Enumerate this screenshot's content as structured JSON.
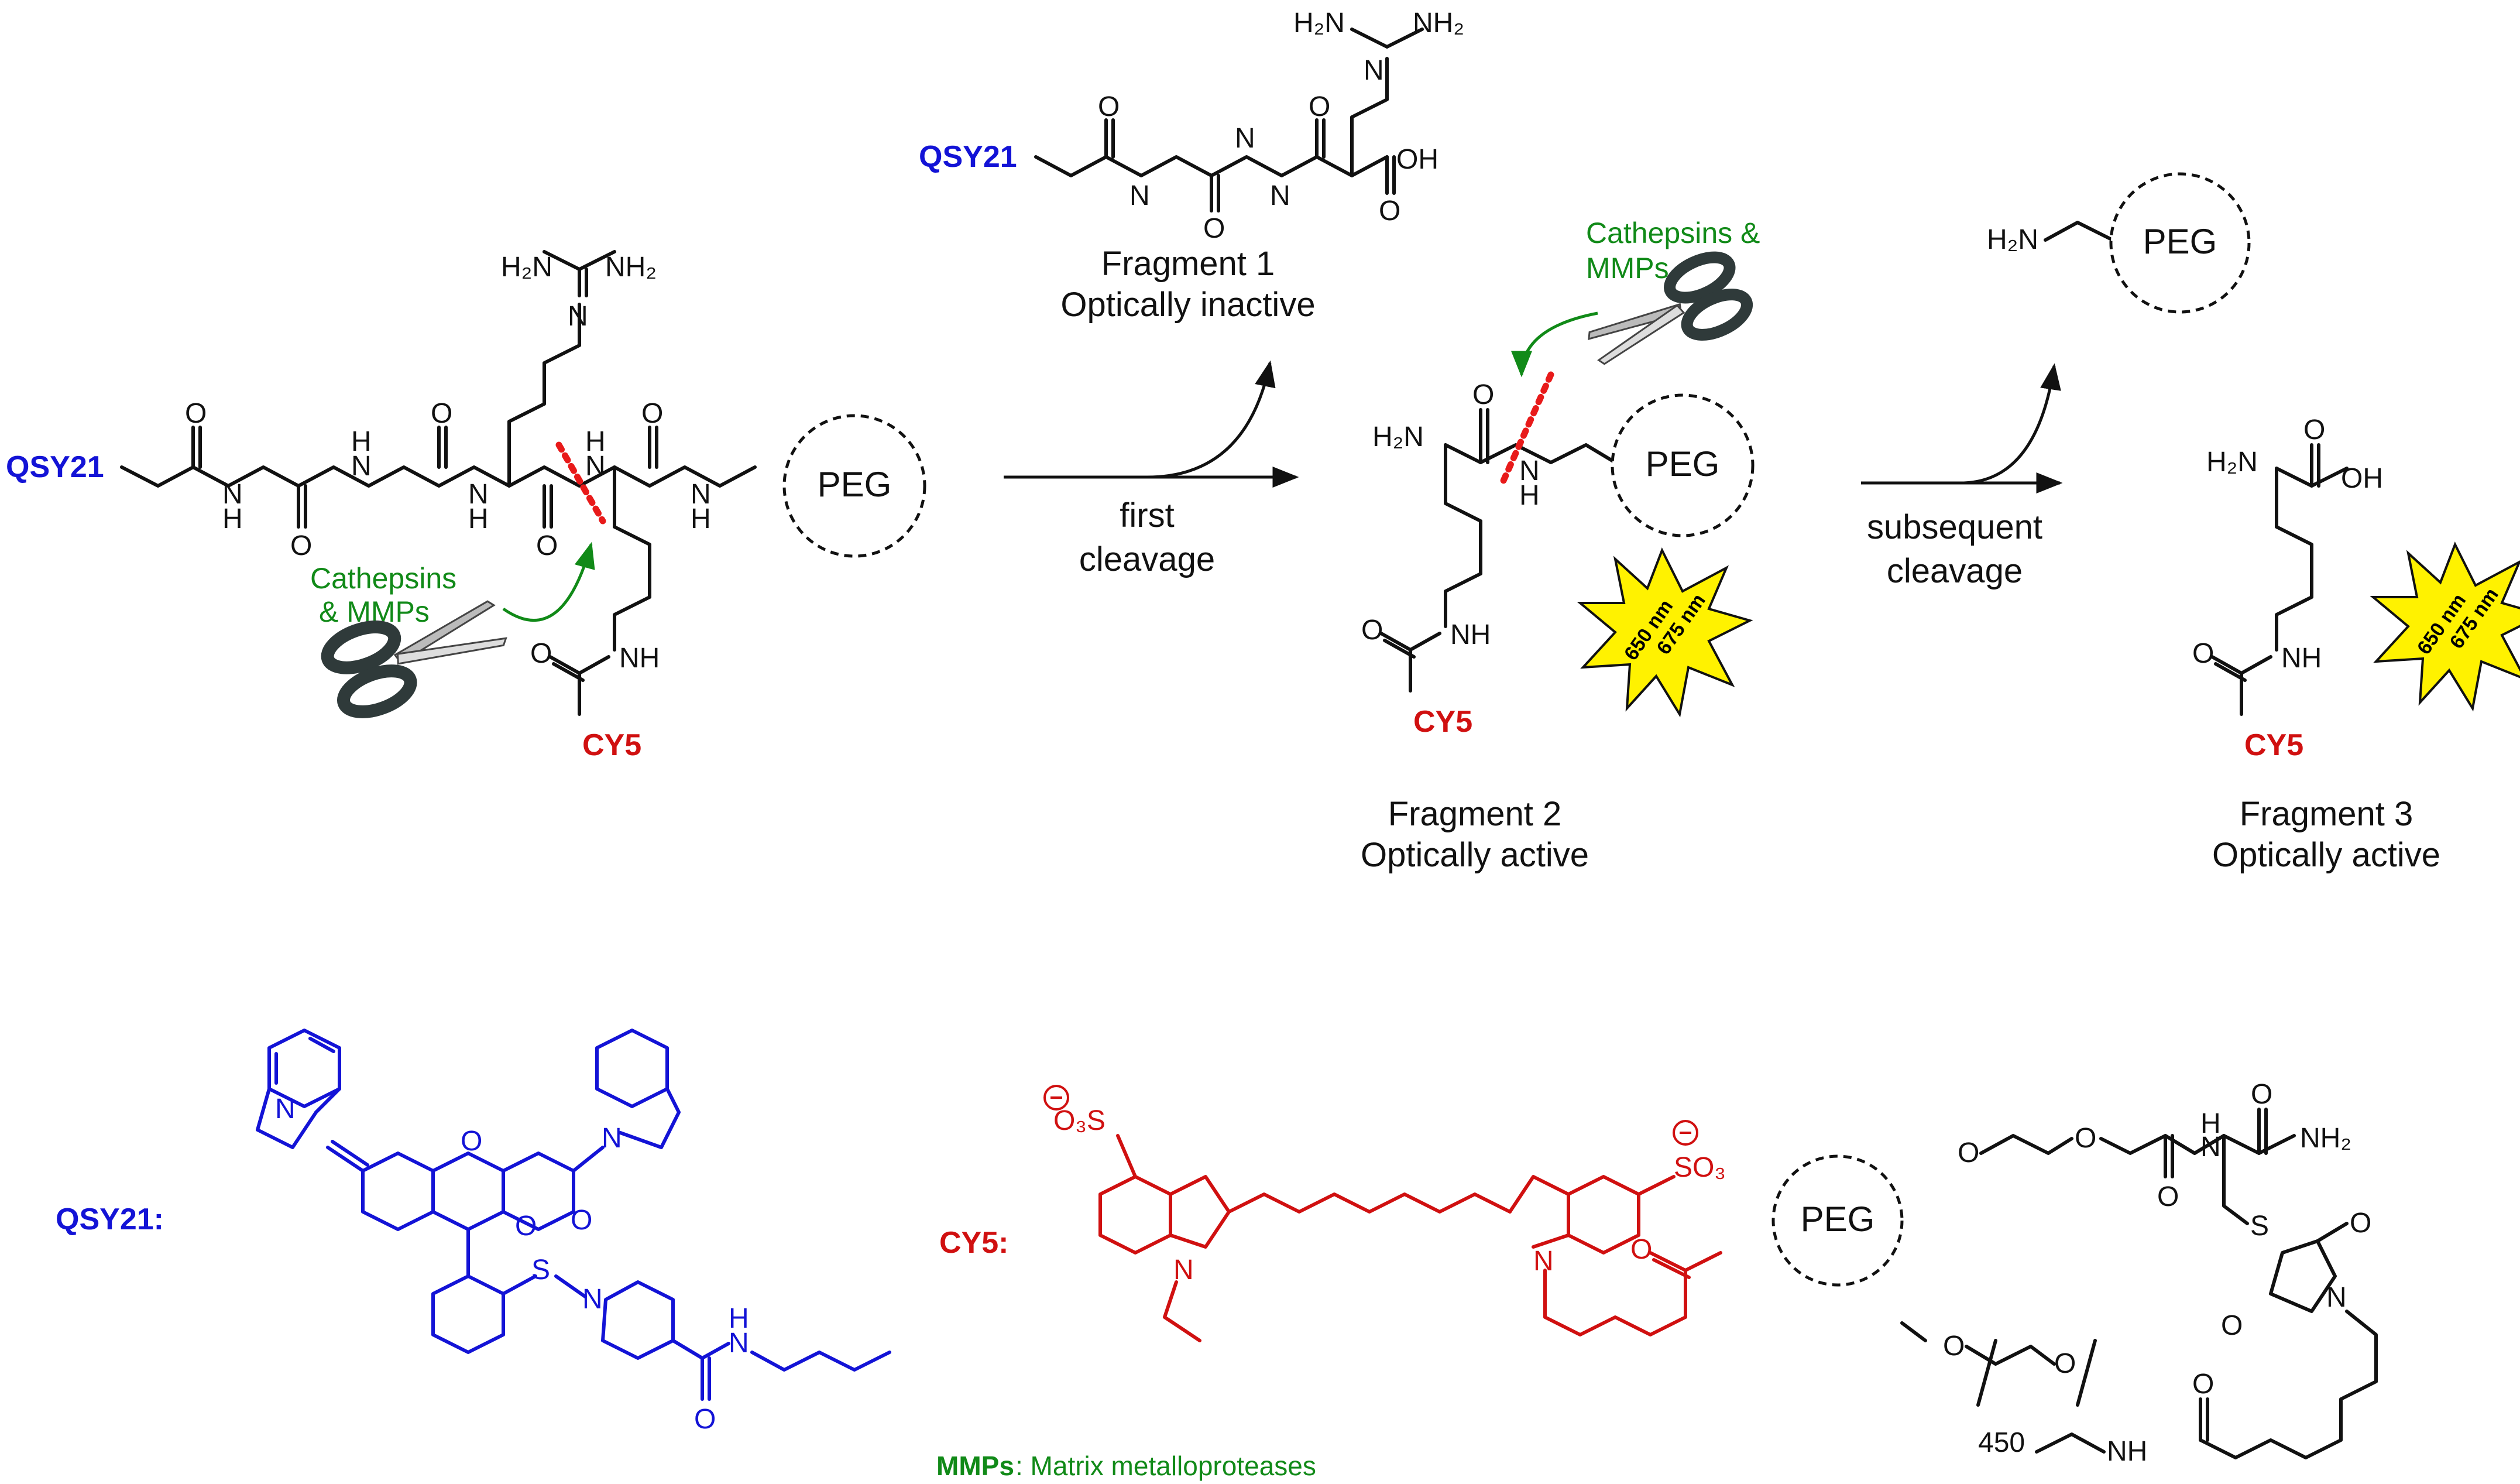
{
  "labels": {
    "qsy21": "QSY21",
    "qsy21_def": "QSY21:",
    "cy5": "CY5",
    "cy5_def": "CY5:",
    "peg": "PEG"
  },
  "enzyme": {
    "line1": "Cathepsins",
    "line2": "& MMPs",
    "line2b": "MMPs",
    "line1b": "Cathepsins &"
  },
  "reaction": {
    "step1_line1": "first",
    "step1_line2": "cleavage",
    "step2_line1": "subsequent",
    "step2_line2": "cleavage"
  },
  "fragments": {
    "f1_name": "Fragment 1",
    "f1_state": "Optically inactive",
    "f2_name": "Fragment 2",
    "f2_state": "Optically active",
    "f3_name": "Fragment 3",
    "f3_state": "Optically active"
  },
  "emission": {
    "ex": "650 nm",
    "em": "675 nm"
  },
  "atoms": {
    "h2n": "H₂N",
    "nh2": "NH₂",
    "n": "N",
    "nh": "NH",
    "h": "H",
    "o": "O",
    "oh": "OH",
    "s": "S",
    "so3": "SO₃",
    "o3s": "O₃S",
    "n450": "450"
  },
  "legend": {
    "abbr": "MMPs",
    "text": ": Matrix metalloproteases"
  },
  "colors": {
    "qsy21": "#1313d6",
    "cy5": "#d01010",
    "enzyme": "#118a18",
    "burst": "#fff200"
  },
  "icons": [
    "scissors-icon",
    "starburst-icon",
    "curved-arrow-icon"
  ]
}
